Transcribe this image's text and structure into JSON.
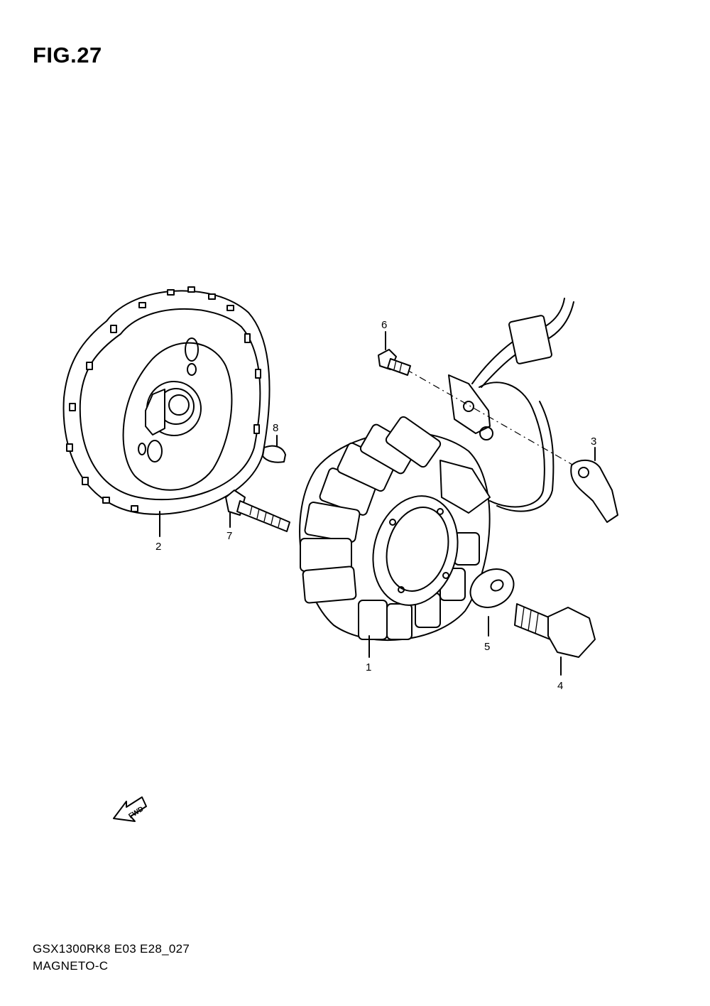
{
  "figure": {
    "title": "FIG.27"
  },
  "footer": {
    "model_code": "GSX1300RK8 E03 E28_027",
    "diagram_name": "MAGNETO-C"
  },
  "direction_marker": {
    "icon": "fwd-arrow-icon",
    "label": "FWD"
  },
  "callouts": [
    {
      "id": "1",
      "part": "stator"
    },
    {
      "id": "2",
      "part": "rotor"
    },
    {
      "id": "3",
      "part": "clamp"
    },
    {
      "id": "4",
      "part": "bolt"
    },
    {
      "id": "5",
      "part": "washer"
    },
    {
      "id": "6",
      "part": "screw"
    },
    {
      "id": "7",
      "part": "bolt"
    },
    {
      "id": "8",
      "part": "key"
    }
  ]
}
